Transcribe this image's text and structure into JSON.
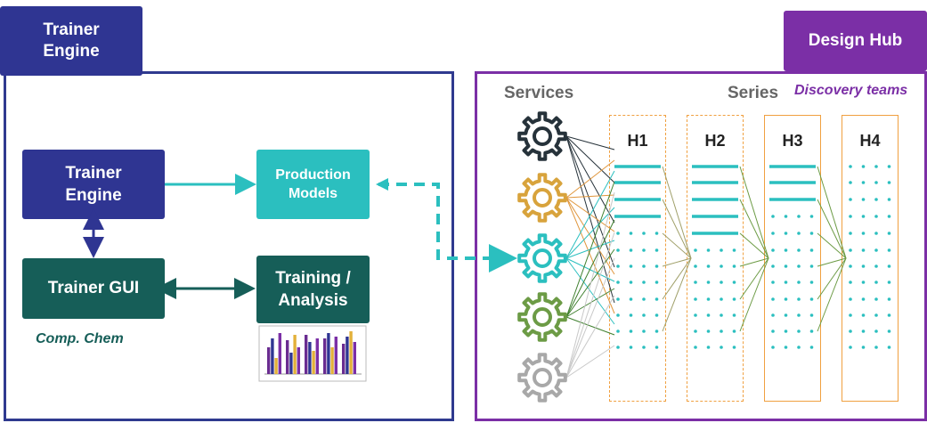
{
  "left": {
    "tab_label": "Trainer Engine",
    "engine_box": "Trainer Engine",
    "models_box": "Production Models",
    "gui_box": "Trainer GUI",
    "training_box": "Training / Analysis",
    "caption": "Comp. Chem"
  },
  "right": {
    "tab_label": "Design Hub",
    "services_label": "Services",
    "series_label": "Series",
    "teams_label": "Discovery teams",
    "columns": [
      "H1",
      "H2",
      "H3",
      "H4"
    ]
  },
  "icons": [
    "gear-dark-icon",
    "gear-gold-icon",
    "gear-teal-icon",
    "gear-green-icon",
    "gear-grey-icon",
    "bar-chart-icon"
  ],
  "colors": {
    "navy": "#2f3592",
    "teal": "#2bbfbf",
    "dark_green": "#165e58",
    "purple": "#7b2fa6",
    "orange": "#f0a040"
  }
}
